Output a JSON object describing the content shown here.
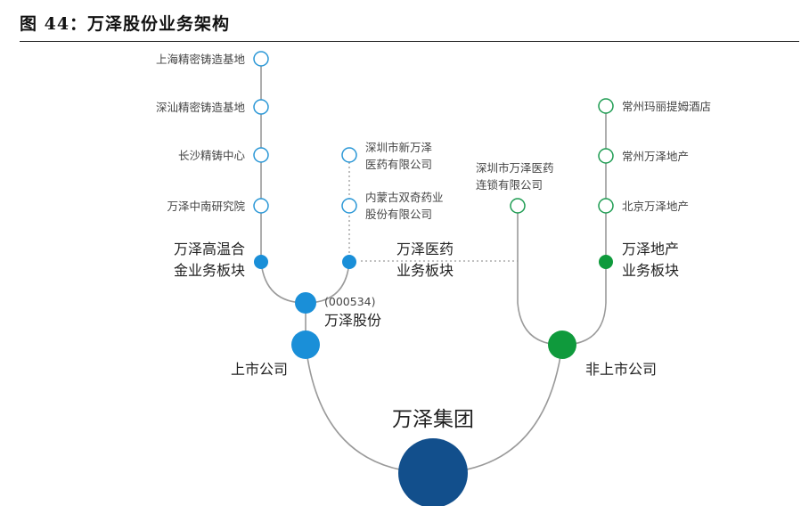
{
  "figure_title": "图 44：万泽股份业务架构",
  "colors": {
    "blue": "#1a8fd8",
    "green": "#0f9a3c",
    "dark_blue": "#124f8c",
    "line": "#9a9a9a",
    "hollow_stroke": "#2a97d6",
    "hollow_green_stroke": "#1e9c52"
  },
  "nodes": {
    "root": "万泽集团",
    "listed": "上市公司",
    "unlisted": "非上市公司",
    "wanze_code": "(000534)",
    "wanze_name": "万泽股份",
    "alloy_line1": "万泽高温合",
    "alloy_line2": "金业务板块",
    "pharma_line1": "万泽医药",
    "pharma_line2": "业务板块",
    "realestate_line1": "万泽地产",
    "realestate_line2": "业务板块"
  },
  "alloy_items": [
    "上海精密铸造基地",
    "深汕精密铸造基地",
    "长沙精铸中心",
    "万泽中南研究院"
  ],
  "pharma_items": [
    {
      "line1": "深圳市新万泽",
      "line2": "医药有限公司"
    },
    {
      "line1": "内蒙古双奇药业",
      "line2": "股份有限公司"
    }
  ],
  "pharma_unlisted_item": {
    "line1": "深圳市万泽医药",
    "line2": "连锁有限公司"
  },
  "realestate_items": [
    "常州玛丽提姆酒店",
    "常州万泽地产",
    "北京万泽地产"
  ]
}
